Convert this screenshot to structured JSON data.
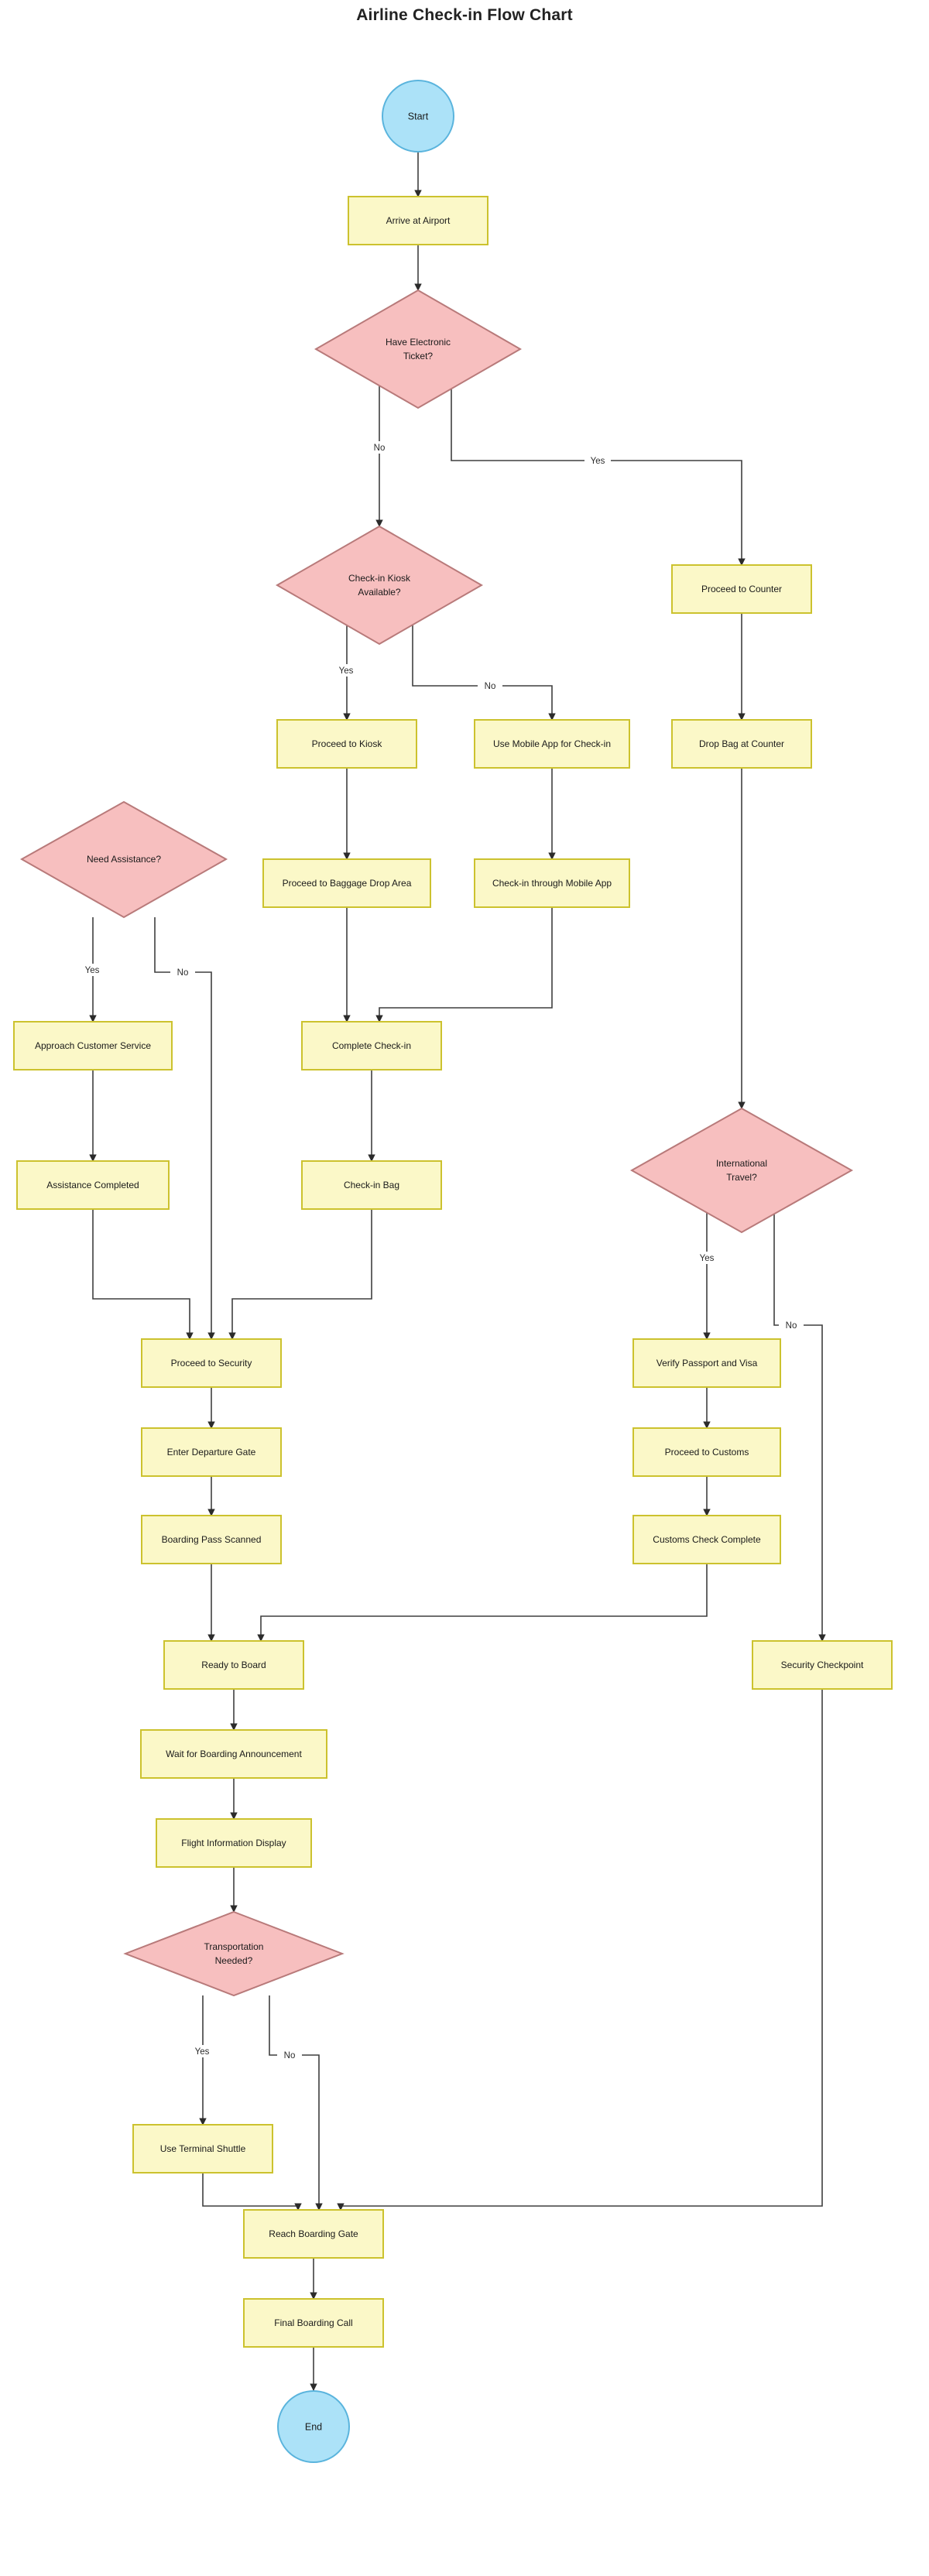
{
  "title": "Airline Check-in Flow Chart",
  "palette": {
    "process_fill": "#fbf8c8",
    "process_stroke": "#ccc22e",
    "decision_fill": "#f7bfbf",
    "decision_stroke": "#b87a7a",
    "terminal_fill": "#ace2f8",
    "terminal_stroke": "#5ab4dd",
    "edge": "#3f3f3f",
    "text": "#1a1a1a",
    "background": "#ffffff"
  },
  "nodes": {
    "start": {
      "label": "Start",
      "type": "terminal"
    },
    "arrive_airport": {
      "label": "Arrive at Airport",
      "type": "process"
    },
    "have_eticket": {
      "label": "Have Electronic Ticket?",
      "line1": "Have Electronic",
      "line2": "Ticket?",
      "type": "decision"
    },
    "kiosk_available": {
      "label": "Check-in Kiosk Available?",
      "line1": "Check-in Kiosk",
      "line2": "Available?",
      "type": "decision"
    },
    "proceed_counter": {
      "label": "Proceed to Counter",
      "type": "process"
    },
    "proceed_kiosk": {
      "label": "Proceed to Kiosk",
      "type": "process"
    },
    "use_mobile_app": {
      "label": "Use Mobile App for Check-in",
      "type": "process"
    },
    "drop_bag_counter": {
      "label": "Drop Bag at Counter",
      "type": "process"
    },
    "baggage_drop_area": {
      "label": "Proceed to Baggage Drop Area",
      "type": "process"
    },
    "checkin_mobile_app": {
      "label": "Check-in through Mobile App",
      "type": "process"
    },
    "need_assistance": {
      "label": "Need Assistance?",
      "type": "decision"
    },
    "approach_customer_service": {
      "label": "Approach Customer Service",
      "type": "process"
    },
    "complete_checkin": {
      "label": "Complete Check-in",
      "type": "process"
    },
    "assistance_completed": {
      "label": "Assistance Completed",
      "type": "process"
    },
    "checkin_bag": {
      "label": "Check-in Bag",
      "type": "process"
    },
    "international_travel": {
      "label": "International Travel?",
      "line1": "International",
      "line2": "Travel?",
      "type": "decision"
    },
    "proceed_security": {
      "label": "Proceed to Security",
      "type": "process"
    },
    "verify_passport_visa": {
      "label": "Verify Passport and Visa",
      "type": "process"
    },
    "enter_departure_gate": {
      "label": "Enter Departure Gate",
      "type": "process"
    },
    "proceed_customs": {
      "label": "Proceed to Customs",
      "type": "process"
    },
    "boarding_pass_scanned": {
      "label": "Boarding Pass Scanned",
      "type": "process"
    },
    "customs_check_complete": {
      "label": "Customs Check Complete",
      "type": "process"
    },
    "ready_to_board": {
      "label": "Ready to Board",
      "type": "process"
    },
    "security_checkpoint": {
      "label": "Security Checkpoint",
      "type": "process"
    },
    "wait_boarding_announcement": {
      "label": "Wait for Boarding Announcement",
      "type": "process"
    },
    "flight_info_display": {
      "label": "Flight Information Display",
      "type": "process"
    },
    "transportation_needed": {
      "label": "Transportation Needed?",
      "line1": "Transportation",
      "line2": "Needed?",
      "type": "decision"
    },
    "use_terminal_shuttle": {
      "label": "Use Terminal Shuttle",
      "type": "process"
    },
    "reach_boarding_gate": {
      "label": "Reach Boarding Gate",
      "type": "process"
    },
    "final_boarding_call": {
      "label": "Final Boarding Call",
      "type": "process"
    },
    "end": {
      "label": "End",
      "type": "terminal"
    }
  },
  "edge_labels": {
    "eticket_no": "No",
    "eticket_yes": "Yes",
    "kiosk_yes": "Yes",
    "kiosk_no": "No",
    "assistance_yes": "Yes",
    "assistance_no": "No",
    "international_yes": "Yes",
    "international_no": "No",
    "transport_yes": "Yes",
    "transport_no": "No"
  }
}
